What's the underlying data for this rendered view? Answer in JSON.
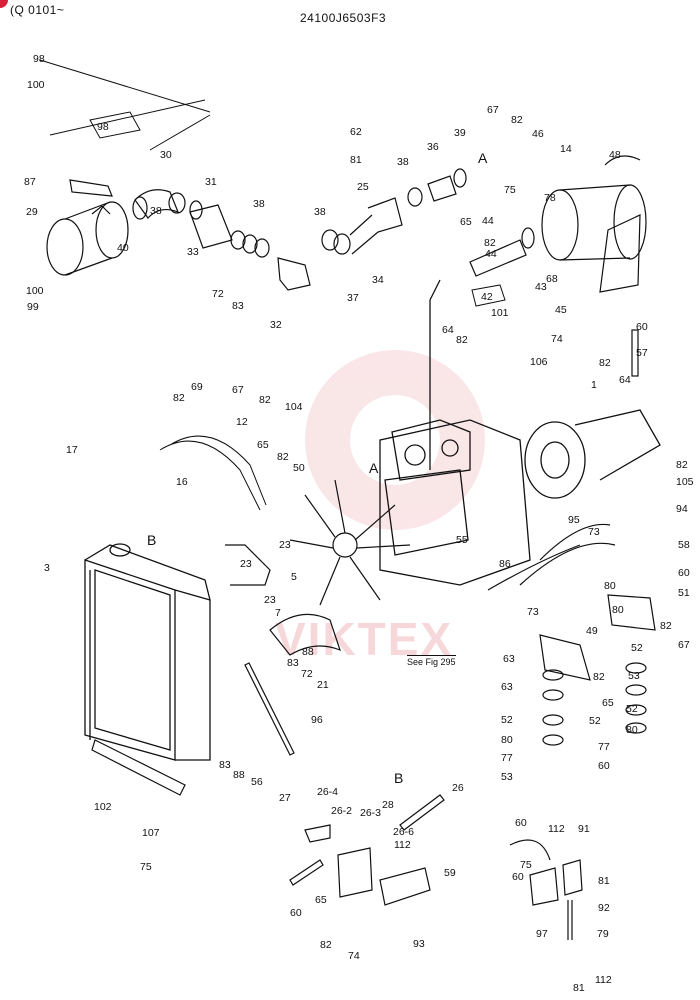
{
  "header": {
    "serial": "(Q 0101~",
    "part_number": "24100J6503F3"
  },
  "watermark": "VIKTEX",
  "see_fig": "See Fig 295",
  "accent_color": "#d8203a",
  "watermark_color": "#f0b8bc",
  "callouts": [
    "98",
    "100",
    "98",
    "87",
    "29",
    "100",
    "99",
    "40",
    "30",
    "38",
    "31",
    "38",
    "33",
    "72",
    "83",
    "32",
    "62",
    "81",
    "38",
    "36",
    "39",
    "A",
    "25",
    "38",
    "34",
    "37",
    "67",
    "82",
    "46",
    "14",
    "48",
    "78",
    "75",
    "44",
    "65",
    "82",
    "44",
    "42",
    "43",
    "68",
    "101",
    "64",
    "82",
    "45",
    "60",
    "74",
    "82",
    "64",
    "57",
    "106",
    "1",
    "67",
    "82",
    "104",
    "82",
    "69",
    "12",
    "65",
    "82",
    "50",
    "A",
    "17",
    "16",
    "23",
    "55",
    "B",
    "3",
    "5",
    "23",
    "23",
    "7",
    "88",
    "83",
    "72",
    "21",
    "96",
    "83",
    "88",
    "56",
    "102",
    "107",
    "75",
    "82",
    "105",
    "94",
    "95",
    "73",
    "58",
    "86",
    "80",
    "60",
    "73",
    "80",
    "51",
    "49",
    "82",
    "67",
    "52",
    "63",
    "63",
    "52",
    "80",
    "77",
    "53",
    "82",
    "65",
    "52",
    "53",
    "52",
    "80",
    "77",
    "60",
    "B",
    "26",
    "28",
    "26-4",
    "26-2",
    "26-3",
    "26-6",
    "112",
    "27",
    "59",
    "60",
    "65",
    "82",
    "74",
    "93",
    "60",
    "112",
    "91",
    "81",
    "75",
    "60",
    "92",
    "97",
    "79",
    "81",
    "112"
  ]
}
